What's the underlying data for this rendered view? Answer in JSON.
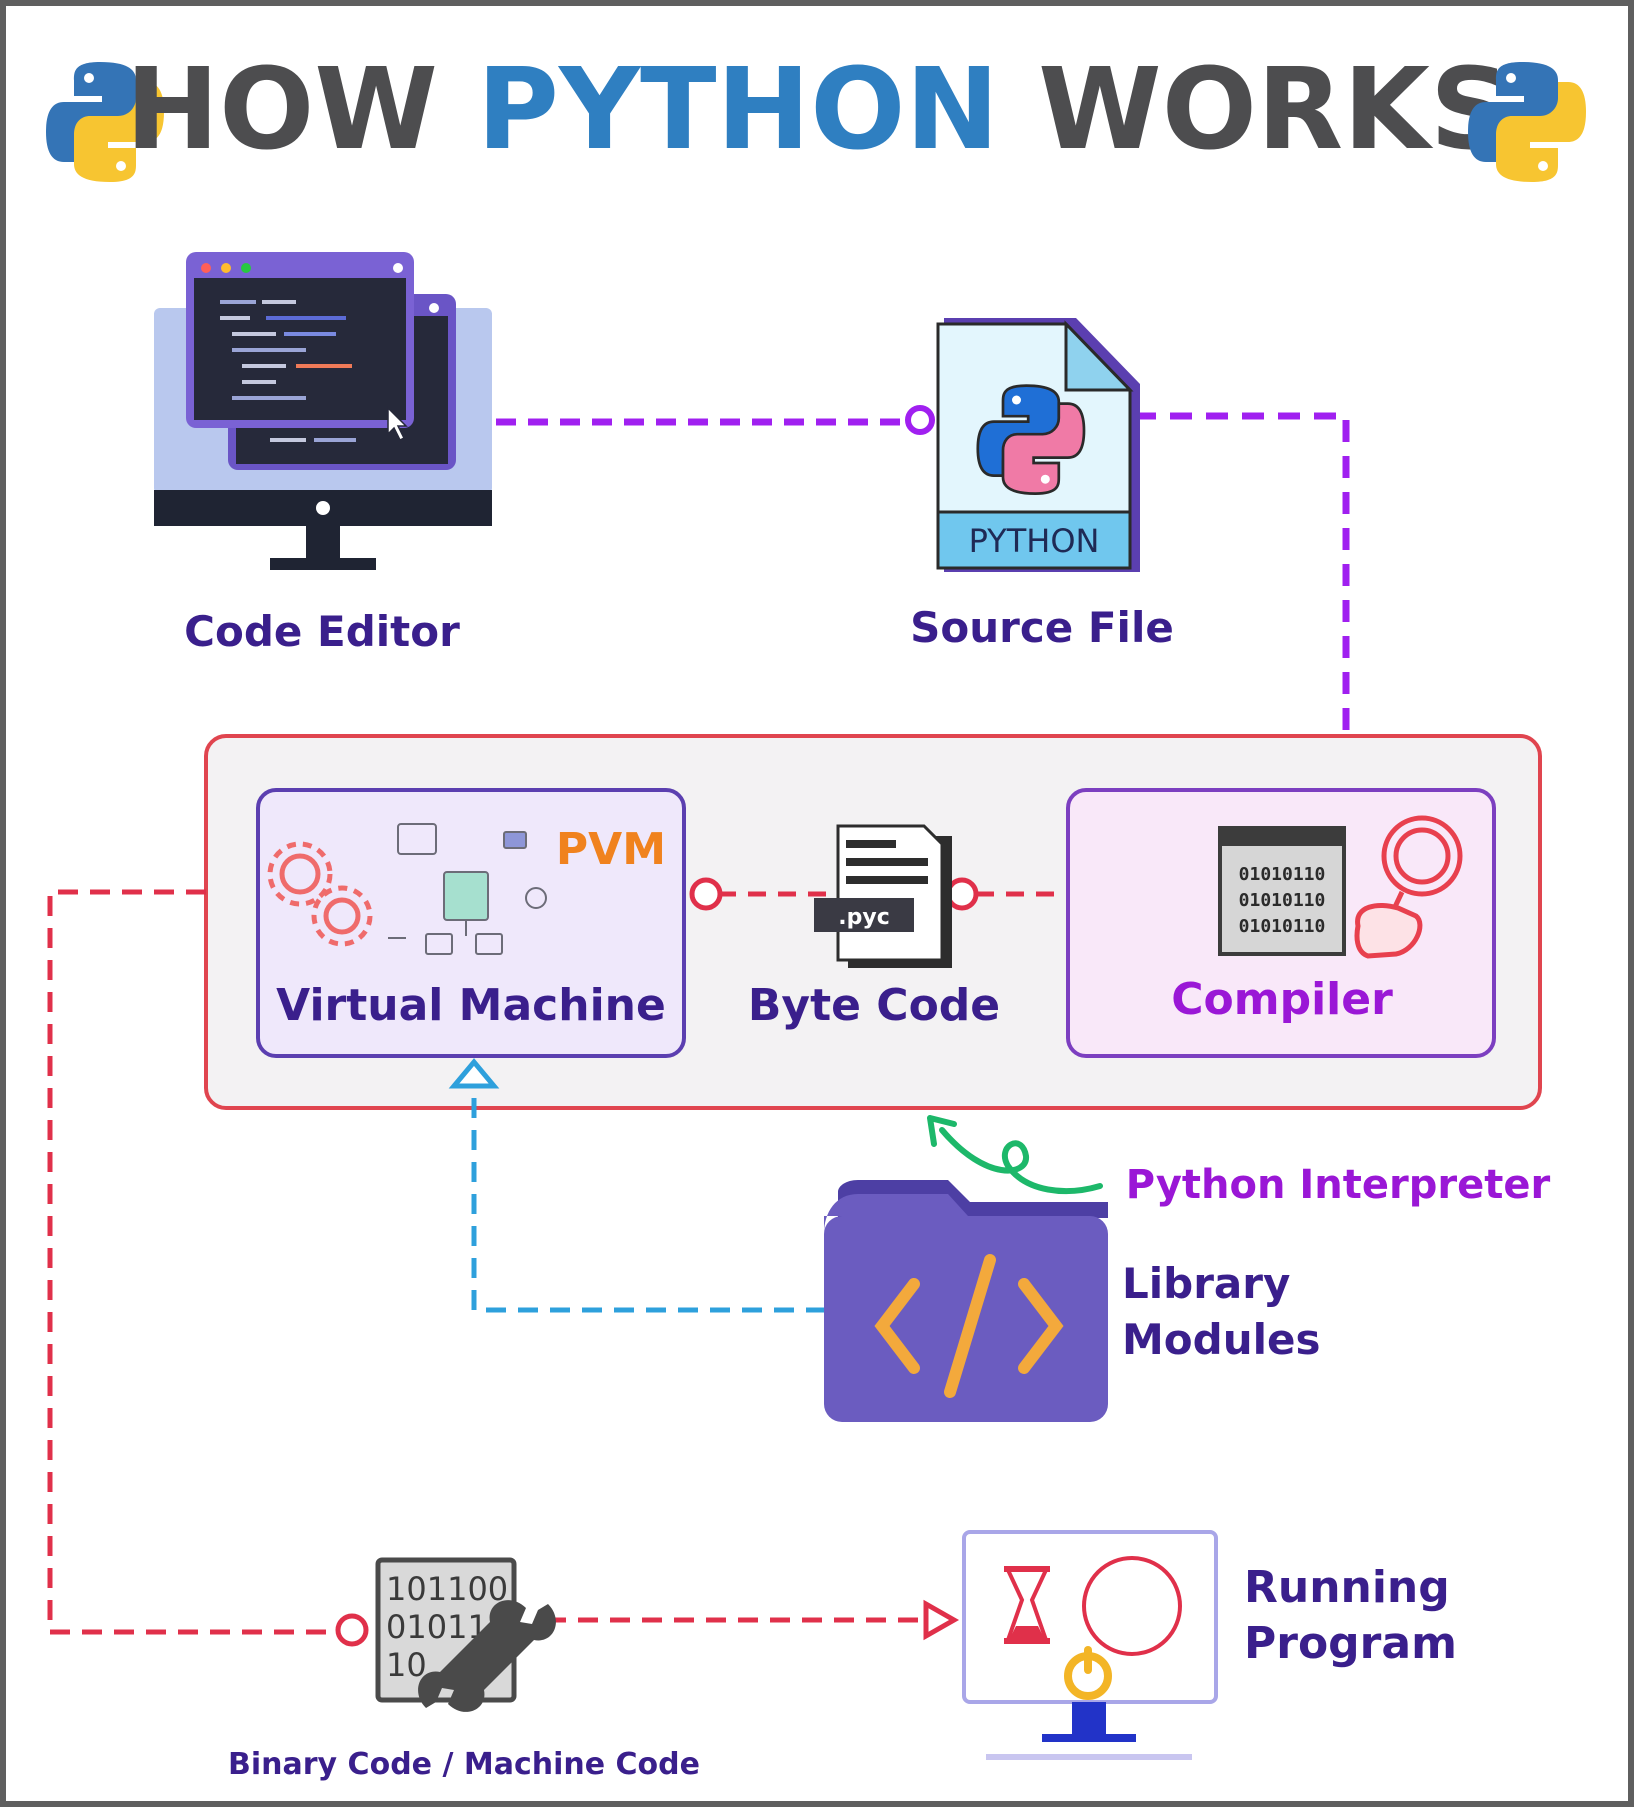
{
  "title": {
    "part1": "HOW ",
    "part2": "PYTHON",
    "part3": " WORKS"
  },
  "nodes": {
    "code_editor": "Code Editor",
    "source_file": "Source File",
    "source_file_badge": "PYTHON",
    "virtual_machine": "Virtual Machine",
    "pvm": "PVM",
    "byte_code": "Byte Code",
    "pyc_tag": ".pyc",
    "compiler": "Compiler",
    "compiler_bits": [
      "01010110",
      "01010110",
      "01010110"
    ],
    "python_interpreter": "Python Interpreter",
    "library_modules_line1": "Library",
    "library_modules_line2": "Modules",
    "binary_code": "Binary Code / Machine Code",
    "binary_digits": [
      "101100",
      "01011",
      "10"
    ],
    "running_program_line1": "Running",
    "running_program_line2": "Program"
  },
  "colors": {
    "title_dark": "#4d4d4f",
    "title_blue": "#2f7fc1",
    "label_purple": "#3a1f8c",
    "compiler_purple": "#9a17d6",
    "pvm_orange": "#f0821e",
    "connector_purple": "#a020f0",
    "connector_red": "#e0304a",
    "connector_blue": "#2ea0dc",
    "interpreter_green": "#1db86a",
    "interpreter_box_border": "#e0454f",
    "folder_purple": "#6b5cc0",
    "code_symbol_orange": "#f3a93c"
  },
  "icons": [
    "python-logo-icon",
    "monitor-code-icon",
    "python-file-icon",
    "gears-icon",
    "document-pyc-icon",
    "binary-screen-icon",
    "magnifier-hand-icon",
    "folder-code-icon",
    "binary-wrench-icon",
    "hourglass-screen-icon",
    "curly-arrow-icon"
  ]
}
